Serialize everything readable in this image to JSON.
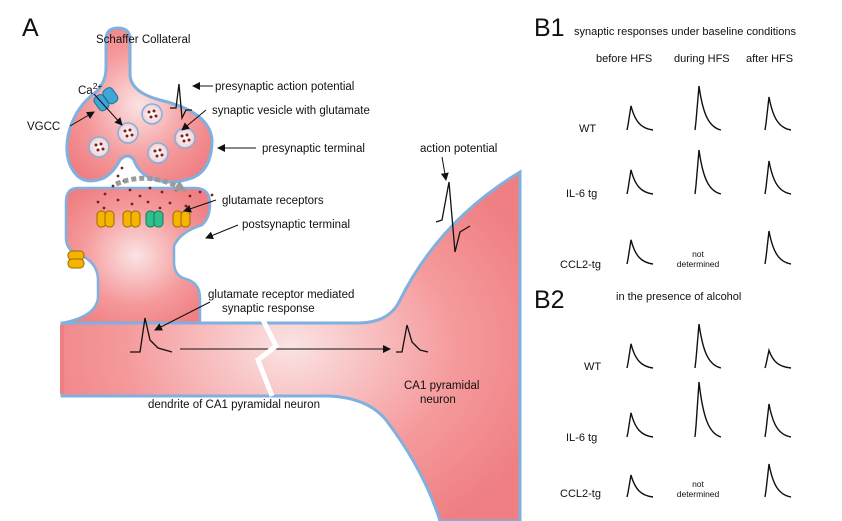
{
  "panel_a": {
    "letter": "A",
    "labels": {
      "schaffer": "Schaffer Collateral",
      "ca": "Ca",
      "ca_sup": "2+",
      "vgcc": "VGCC",
      "pre_ap": "presynaptic action potential",
      "vesicle": "synaptic vesicle with glutamate",
      "pre_terminal": "presynaptic terminal",
      "glut_receptors": "glutamate receptors",
      "post_terminal": "postsynaptic terminal",
      "action_potential": "action potential",
      "gr_response_1": "glutamate receptor mediated",
      "gr_response_2": "synaptic response",
      "dendrite": "dendrite of CA1 pyramidal neuron",
      "ca1_1": "CA1 pyramidal",
      "ca1_2": "neuron"
    },
    "colors": {
      "cell_fill": "#ef7f82",
      "membrane": "#7fb0e0",
      "vgcc": "#3fa7d6",
      "receptor_yellow": "#f4b400",
      "receptor_green": "#2fbf8a",
      "glutamate": "#7a1f1f"
    }
  },
  "panel_b1": {
    "letter": "B1",
    "title": "synaptic responses under baseline conditions",
    "columns": [
      "before HFS",
      "during HFS",
      "after HFS"
    ],
    "rows": [
      {
        "label": "WT",
        "peaks": [
          0.55,
          1.0,
          0.75
        ]
      },
      {
        "label": "IL-6 tg",
        "peaks": [
          0.55,
          1.0,
          0.75
        ]
      },
      {
        "label": "CCL2-tg",
        "peaks": [
          0.55,
          null,
          0.75
        ]
      }
    ],
    "not_determined_1": "not",
    "not_determined_2": "determined"
  },
  "panel_b2": {
    "letter": "B2",
    "title": "in the presence of alcohol",
    "rows": [
      {
        "label": "WT",
        "peaks": [
          0.55,
          1.0,
          0.4
        ]
      },
      {
        "label": "IL-6 tg",
        "peaks": [
          0.55,
          1.25,
          0.75
        ]
      },
      {
        "label": "CCL2-tg",
        "peaks": [
          0.5,
          null,
          0.75
        ]
      }
    ],
    "not_determined_1": "not",
    "not_determined_2": "determined"
  }
}
